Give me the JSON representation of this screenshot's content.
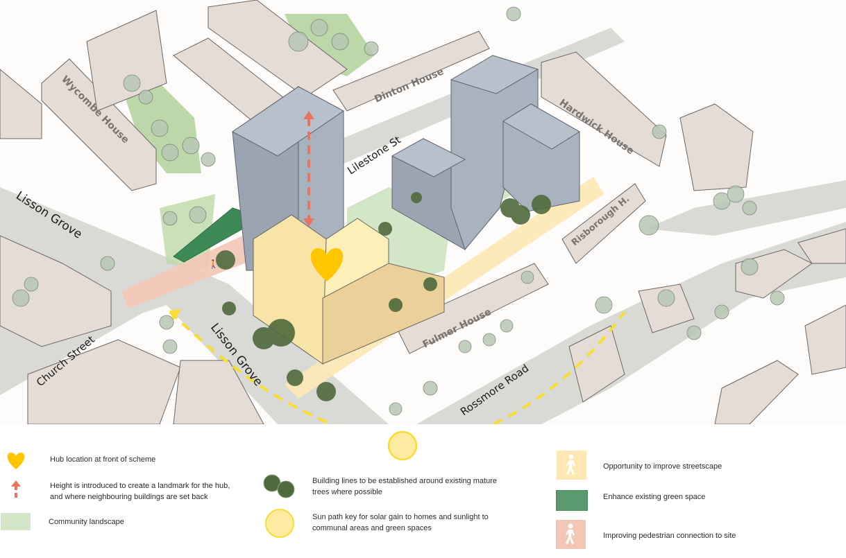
{
  "map": {
    "buildings": {
      "wycombe": "Wycombe House",
      "dinton": "Dinton House",
      "hardwick": "Hardwick House",
      "risborough": "Risborough H.",
      "fulmer": "Fulmer House"
    },
    "streets": {
      "lisson_grove_upper": "Lisson Grove",
      "lisson_grove_lower": "Lisson Grove",
      "lilestone": "Lilestone St",
      "church": "Church Street",
      "rossmore": "Rossmore Road"
    },
    "colors": {
      "new_tower": "#a9b2bf",
      "hub_building": "#fcefb8",
      "heart": "#ffc600",
      "height_arrow": "#e8735f",
      "sun_path": "#f8dc34",
      "sun_fill": "#fceba0",
      "community_landscape": "#d4e6c8",
      "green_space": "#5a9a6e",
      "pedestrian": "#f3c7b6",
      "streetscape": "#fde7b3",
      "mature_tree": "#4f6a3c",
      "existing_building": "#e6dcd6",
      "road": "#d9dad6"
    }
  },
  "legend": {
    "hub": "Hub location at front of scheme",
    "height": "Height is introduced to create a landmark for the hub, and where neighbouring buildings are set back",
    "community": "Community landscape",
    "trees": "Building lines to be established around existing mature trees where possible",
    "sun": "Sun path key for solar gain to homes and sunlight to communal areas and green spaces",
    "streetscape": "Opportunity to improve streetscape",
    "green": "Enhance existing green space",
    "pedestrian": "Improving pedestrian connection to site"
  }
}
